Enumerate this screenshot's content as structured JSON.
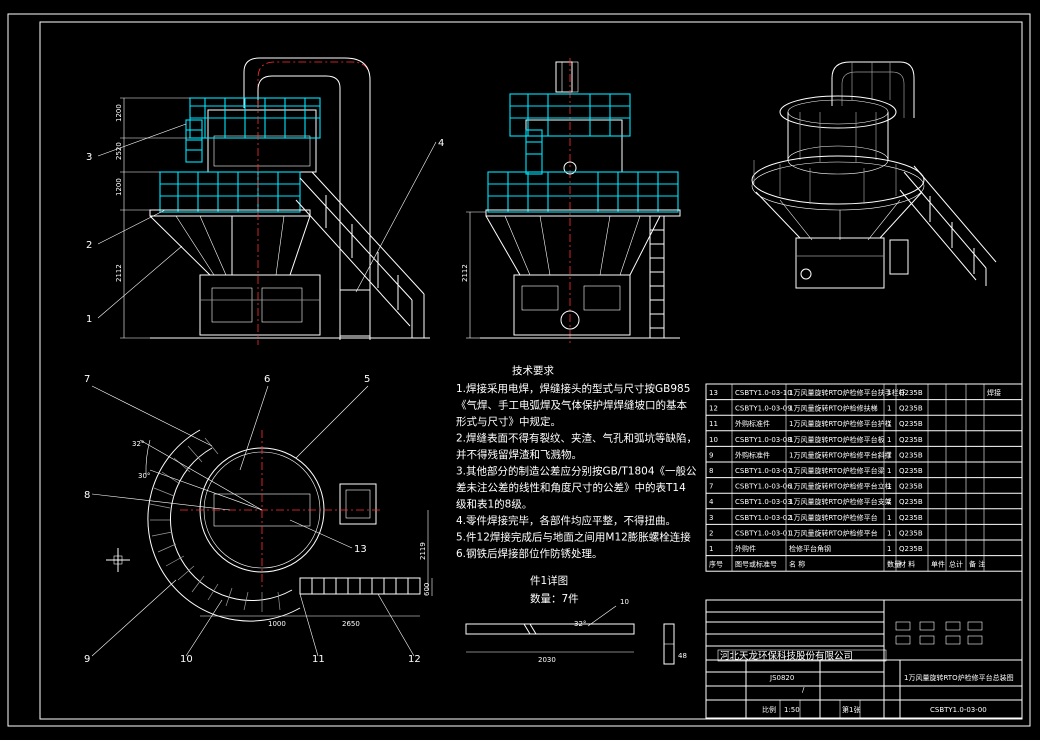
{
  "notes": {
    "title": "技术要求",
    "lines": [
      "1.焊接采用电焊，焊缝接头的型式与尺寸按GB985",
      "《气焊、手工电弧焊及气体保护焊焊缝坡口的基本",
      "形式与尺寸》中规定。",
      "2.焊缝表面不得有裂纹、夹渣、气孔和弧坑等缺陷，",
      "并不得残留焊渣和飞溅物。",
      "3.其他部分的制造公差应分别按GB/T1804《一般公",
      "差未注公差的线性和角度尺寸的公差》中的表T14",
      "级和表1的8级。",
      "4.零件焊接完毕，各部件均应平整，不得扭曲。",
      "5.件12焊接完成后与地面之间用M12膨胀螺栓连接",
      "6.钢铁后焊接部位作防锈处理。"
    ]
  },
  "detail": {
    "title": "件1详图",
    "qty": "数量：7件",
    "dim_len": "2030",
    "dim_angle": "32°",
    "dim_small": "10",
    "dim_48": "48"
  },
  "front_view": {
    "dims": [
      "1200",
      "2520",
      "1200",
      "2112"
    ],
    "balloons": [
      "3",
      "4",
      "2",
      "1"
    ]
  },
  "side_view": {
    "dims": [
      "2112"
    ]
  },
  "plan_view": {
    "balloons": [
      "7",
      "6",
      "5",
      "8",
      "13",
      "9",
      "10",
      "11",
      "12"
    ],
    "angles": [
      "32°",
      "30°"
    ],
    "dims": [
      "2119",
      "1000",
      "2650",
      "600"
    ]
  },
  "bom": {
    "rows": [
      [
        "13",
        "CSBTY1.0-03-10",
        "1万风量旋转RTO炉检修平台扶手栏杆",
        "1",
        "Q235B",
        "",
        "",
        "",
        "焊接"
      ],
      [
        "12",
        "CSBTY1.0-03-09",
        "1万风量旋转RTO炉检修扶梯",
        "1",
        "Q235B",
        "",
        "",
        "",
        ""
      ],
      [
        "11",
        "外购标准件",
        "1万风量旋转RTO炉检修平台护栏",
        "1",
        "Q235B",
        "",
        "",
        "",
        ""
      ],
      [
        "10",
        "CSBTY1.0-03-08",
        "1万风量旋转RTO炉检修平台板",
        "1",
        "Q235B",
        "",
        "",
        "",
        ""
      ],
      [
        "9",
        "外购标准件",
        "1万风量旋转RTO炉检修平台斜撑",
        "1",
        "Q235B",
        "",
        "",
        "",
        ""
      ],
      [
        "8",
        "CSBTY1.0-03-07",
        "1万风量旋转RTO炉检修平台梁",
        "1",
        "Q235B",
        "",
        "",
        "",
        ""
      ],
      [
        "7",
        "CSBTY1.0-03-06",
        "1万风量旋转RTO炉检修平台立柱",
        "1",
        "Q235B",
        "",
        "",
        "",
        ""
      ],
      [
        "4",
        "CSBTY1.0-03-03",
        "1万风量旋转RTO炉检修平台支架",
        "1",
        "Q235B",
        "",
        "",
        "",
        ""
      ],
      [
        "3",
        "CSBTY1.0-03-02",
        "1万风量旋转RTO炉检修平台",
        "1",
        "Q235B",
        "",
        "",
        "",
        ""
      ],
      [
        "2",
        "CSBTY1.0-03-01",
        "1万风量旋转RTO炉检修平台",
        "1",
        "Q235B",
        "",
        "",
        "",
        ""
      ],
      [
        "1",
        "外购件",
        "检修平台角钢",
        "1",
        "Q235B",
        "",
        "",
        "",
        ""
      ]
    ],
    "header": [
      "序号",
      "图号或标准号",
      "名  称",
      "数量",
      "材  料",
      "单件",
      "总计",
      "备  注"
    ]
  },
  "title_block": {
    "company": "河北天龙环保科技股份有限公司",
    "drawing_name": "1万风量旋转RTO炉检修平台总装图",
    "drawing_no": "CSBTY1.0-03-00",
    "scale": "1:50",
    "sheet": "第1张",
    "slash": "/",
    "small_a": "JS0820",
    "ratio_label": "比例"
  }
}
